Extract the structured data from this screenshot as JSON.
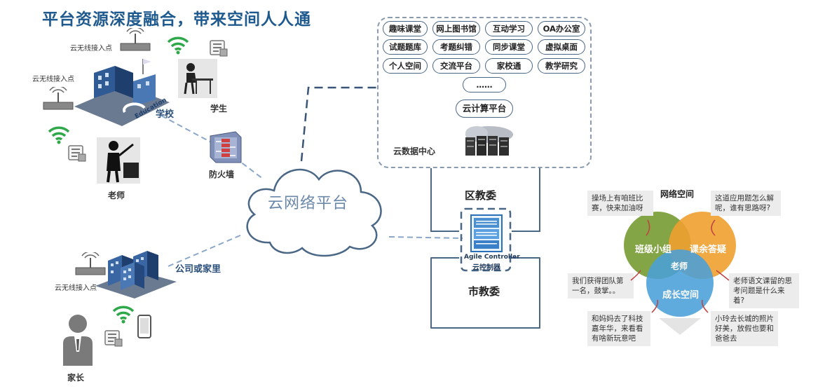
{
  "title": "平台资源深度融合，带来空间人人通",
  "labels": {
    "ap1": "云无线接入点",
    "ap2": "云无线接入点",
    "ap3": "云无线接入点",
    "school": "学校",
    "student": "学生",
    "teacher": "老师",
    "firewall": "防火墙",
    "company_home": "公司或家里",
    "parent": "家长",
    "cloud_network": "云网络平台",
    "district_edu": "区教委",
    "city_edu": "市教委",
    "agile_controller": "Agile Controller",
    "cloud_controller": "云控制器",
    "cloud_dc": "云数据中心",
    "education_sign": "Education"
  },
  "services": {
    "row1": [
      "趣味课堂",
      "网上图书馆",
      "互动学习",
      "OA办公室"
    ],
    "row2": [
      "试题题库",
      "考题纠错",
      "同步课堂",
      "虚拟桌面"
    ],
    "row3": [
      "个人空间",
      "交流平台",
      "家校通",
      "教学研究"
    ],
    "ellipsis": "……",
    "cloud_platform": "云计算平台"
  },
  "network_space": {
    "title": "网络空间",
    "circle_left": "班级小组",
    "circle_right": "课余答疑",
    "circle_bottom": "成长空间",
    "center": "老师",
    "bubbles": [
      "操场上有咱班比赛，快来加油呀",
      "这道应用题怎么解呢，谁有思路呀?",
      "我们获得团队第一名，鼓掌。。",
      "老师语文课留的思考问题是什么来着?",
      "和妈妈去了科技嘉年华，来看看有啥新玩意吧",
      "小玲去长城的照片好美，放假也要和爸爸去"
    ]
  },
  "colors": {
    "title": "#1f5a8e",
    "circle_green": "#7da03c",
    "circle_orange": "#f0a030",
    "circle_blue": "#4a9fd8",
    "wifi": "#2fa84a",
    "dash": "#8aa6c8"
  }
}
